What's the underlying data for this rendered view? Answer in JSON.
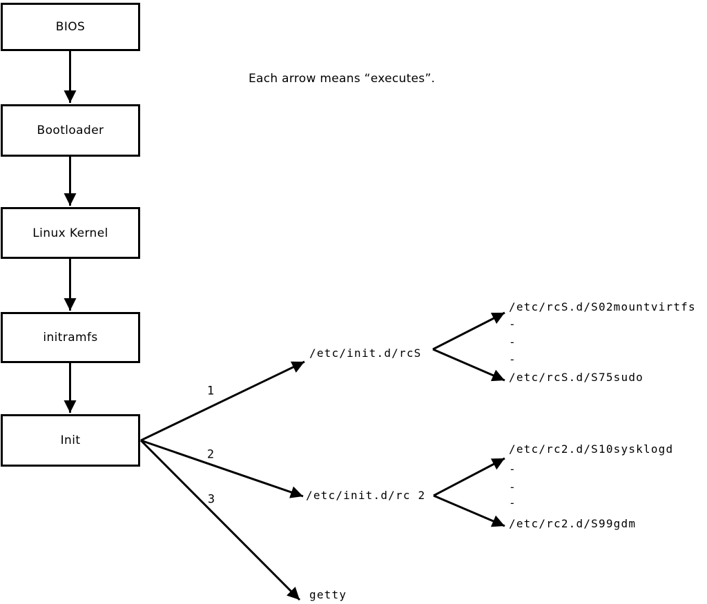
{
  "note": "Each arrow means “executes”.",
  "chain": [
    {
      "label": "BIOS"
    },
    {
      "label": "Bootloader"
    },
    {
      "label": "Linux Kernel"
    },
    {
      "label": "initramfs"
    },
    {
      "label": "Init"
    }
  ],
  "branches": [
    {
      "number": "1",
      "target": "/etc/init.d/rcS"
    },
    {
      "number": "2",
      "target": "/etc/init.d/rc 2"
    },
    {
      "number": "3",
      "target": "getty"
    }
  ],
  "rcS_children": {
    "first": "/etc/rcS.d/S02mountvirtfs",
    "dots": [
      "-",
      "-",
      "-"
    ],
    "last": "/etc/rcS.d/S75sudo"
  },
  "rc2_children": {
    "first": "/etc/rc2.d/S10sysklogd",
    "dots": [
      "-",
      "-",
      "-"
    ],
    "last": "/etc/rc2.d/S99gdm"
  },
  "colors": {
    "line": "#000000",
    "background": "#ffffff"
  }
}
